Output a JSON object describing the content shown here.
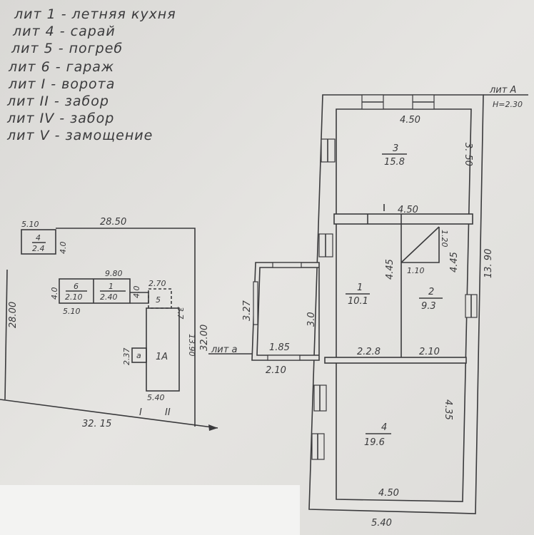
{
  "legend": [
    "лит 1 - летняя кухня",
    "лит 4 - сарай",
    "лит 5 - погреб",
    "лит 6 - гараж",
    "лит I - ворота",
    "лит II - забор",
    "лит IV - забор",
    "лит V - замощение"
  ],
  "site_plan": {
    "top_width": "28.50",
    "left_depth": "28.00",
    "right_depth": "32.00",
    "bottom_width": "32. 15",
    "lit4": {
      "number": "4",
      "area": "2.4",
      "width": "5.10",
      "depth": "4.0"
    },
    "lit6": {
      "number": "6",
      "area": "2.10",
      "width": "5.10",
      "depth": "4.0"
    },
    "lit1": {
      "number": "1",
      "area": "2.40",
      "depth": "4.0"
    },
    "outbuildings_width": "9.80",
    "lit5": {
      "number": "5",
      "width": "2.70",
      "depth": "3.7"
    },
    "lit1A": {
      "label": "1А",
      "width": "5.40",
      "depth": "13.90"
    },
    "annex_a": {
      "label": "а",
      "depth": "2.37"
    },
    "gate_label": "I",
    "fence_label": "II"
  },
  "house": {
    "title": "лит А",
    "height": "Н=2.30",
    "overall_depth": "13. 90",
    "overall_width": "5.40",
    "rooms": [
      {
        "number": "3",
        "area": "15.8",
        "width": "4.50",
        "depth": "3. 50"
      },
      {
        "number": "1",
        "area": "10.1",
        "depth": "4.45",
        "width": "2.2.8"
      },
      {
        "number": "2",
        "area": "9.3",
        "depth": "4.45",
        "width": "2.10"
      },
      {
        "number": "4",
        "area": "19.6",
        "depth": "4.35",
        "width": "4.50"
      }
    ],
    "partition_width": "4.50",
    "closet": {
      "width": "1.10",
      "depth": "1.20"
    },
    "wall_opening": "3.0",
    "annex": {
      "title": "лит а",
      "inner_width": "1.85",
      "outer_width": "2.10",
      "depth": "3.27"
    }
  }
}
